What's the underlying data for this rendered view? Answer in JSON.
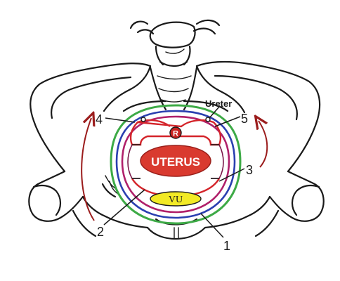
{
  "labels": {
    "uterus": "UTERUS",
    "rectum": "R",
    "bladder": "VU",
    "ureter": "Ureter",
    "n1": "1",
    "n2": "2",
    "n3": "3",
    "n4": "4",
    "n5": "5"
  },
  "colors": {
    "uterus": "#d93a2f",
    "rectum": "#c8221f",
    "bladder": "#f2ea25",
    "ring_green": "#3daa46",
    "ring_blue": "#2a3fb0",
    "ring_magenta": "#b0206a",
    "ring_red": "#d4242a",
    "arrow": "#9b1c1c"
  }
}
